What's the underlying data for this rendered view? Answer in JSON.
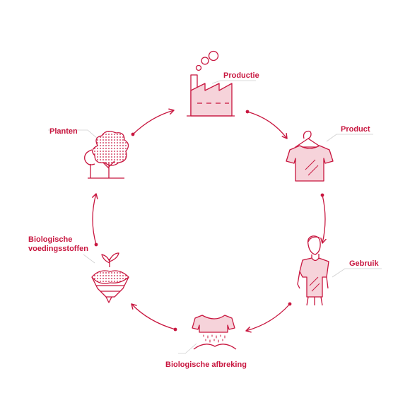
{
  "colors": {
    "accent": "#c8163f",
    "fill_light": "#f6d3da",
    "connector": "#cfcfcf"
  },
  "cycle": {
    "stages": [
      {
        "id": "productie",
        "label": "Productie",
        "icon": "factory-icon"
      },
      {
        "id": "product",
        "label": "Product",
        "icon": "tshirt-on-hanger-icon"
      },
      {
        "id": "gebruik",
        "label": "Gebruik",
        "icon": "person-wearing-shirt-icon"
      },
      {
        "id": "afbreking",
        "label": "Biologische afbreking",
        "icon": "decomposing-shirt-icon"
      },
      {
        "id": "voedingsstoffen",
        "label": "Biologische\nvoedingsstoffen",
        "label_line1": "Biologische",
        "label_line2": "voedingsstoffen",
        "icon": "soil-sprout-icon"
      },
      {
        "id": "planten",
        "label": "Planten",
        "icon": "tree-icon"
      }
    ]
  }
}
